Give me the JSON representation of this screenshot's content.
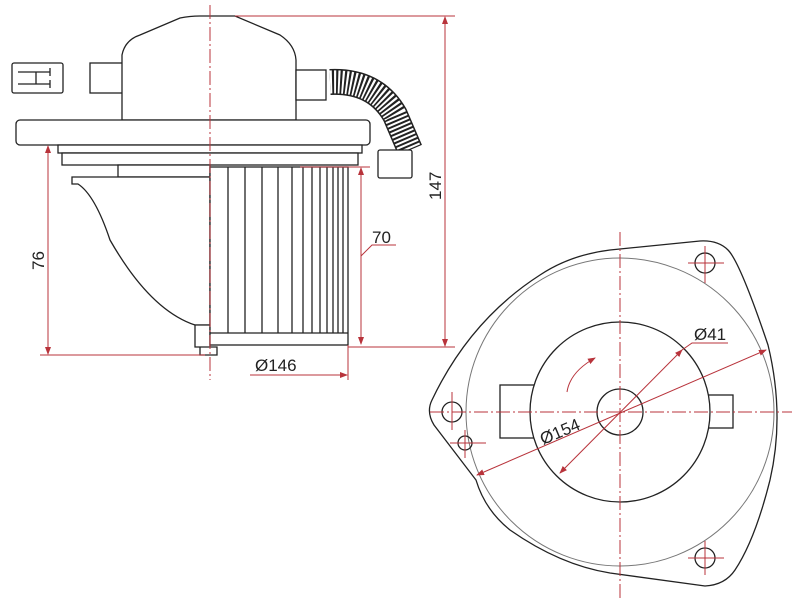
{
  "drawing": {
    "side_view": {
      "overall_height": "147",
      "lower_height": "76",
      "filter_height": "70",
      "filter_diameter": "Ø146"
    },
    "bottom_view": {
      "outer_diameter": "Ø154",
      "hub_diameter": "Ø41"
    },
    "colors": {
      "outline": "#222222",
      "dimension": "#b8333b"
    }
  }
}
